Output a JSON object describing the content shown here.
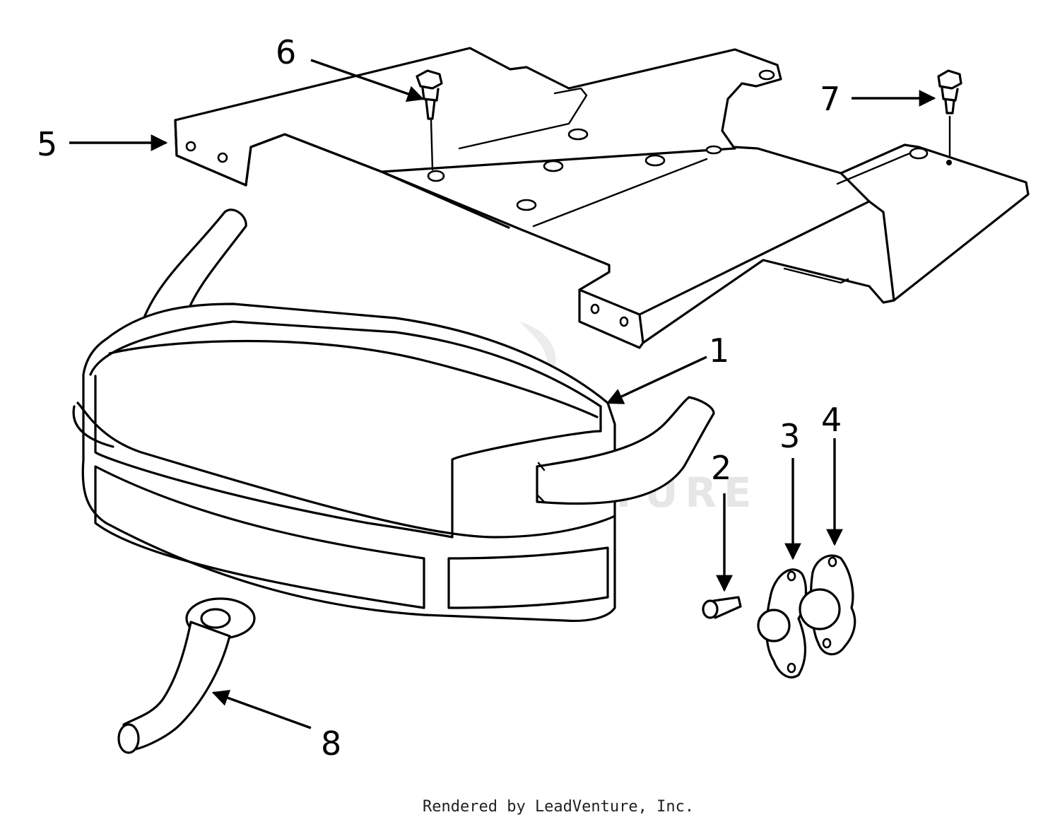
{
  "callouts": {
    "c1": "1",
    "c2": "2",
    "c3": "3",
    "c4": "4",
    "c5": "5",
    "c6": "6",
    "c7": "7",
    "c8": "8"
  },
  "watermark": "LEADVENTURE",
  "footer": "Rendered by LeadVenture, Inc."
}
